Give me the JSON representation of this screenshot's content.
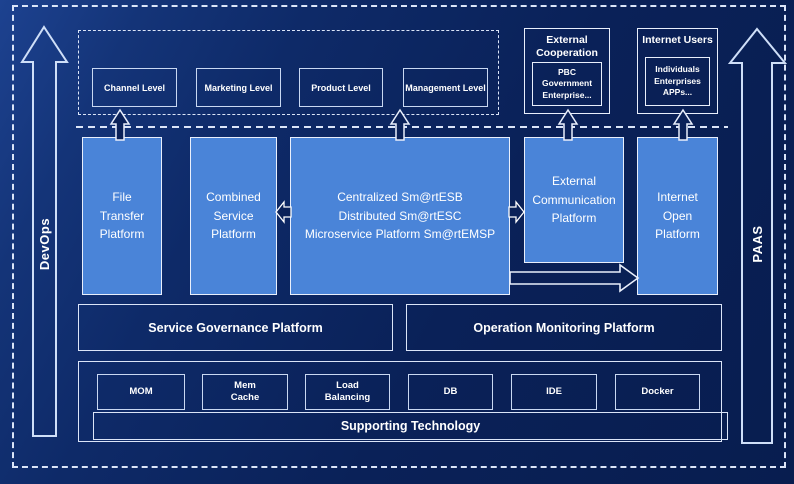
{
  "rails": {
    "devops": "DevOps",
    "paas": "PAAS"
  },
  "levels_row": {
    "items": [
      {
        "label": "Channel Level"
      },
      {
        "label": "Marketing Level"
      },
      {
        "label": "Product Level"
      },
      {
        "label": "Management Level"
      }
    ]
  },
  "top_right": {
    "external_cooperation": {
      "title": "External\nCooperation",
      "entities": "PBC Government\nEnterprise..."
    },
    "internet_users": {
      "title": "Internet Users",
      "entities": "Individuals\nEnterprises\nAPPs..."
    }
  },
  "platform_row": {
    "file_transfer": {
      "label": "File\nTransfer\nPlatform"
    },
    "combined_service": {
      "label": "Combined\nService\nPlatform"
    },
    "esb": {
      "label": "Centralized Sm@rtESB\nDistributed Sm@rtESC\nMicroservice Platform Sm@rtEMSP"
    },
    "external_communication": {
      "label": "External\nCommunication\nPlatform"
    },
    "internet_open": {
      "label": "Internet\nOpen\nPlatform"
    }
  },
  "governance_row": {
    "service_governance": "Service Governance Platform",
    "operation_monitoring": "Operation Monitoring Platform"
  },
  "supporting": {
    "technologies": [
      {
        "label": "MOM"
      },
      {
        "label": "Mem\nCache"
      },
      {
        "label": "Load\nBalancing"
      },
      {
        "label": "DB"
      },
      {
        "label": "IDE"
      },
      {
        "label": "Docker"
      }
    ],
    "banner": "Supporting Technology"
  },
  "colors": {
    "background": "#0a2158",
    "platform_fill": "#4a84d8",
    "line": "#e9effc",
    "text": "#ffffff"
  }
}
